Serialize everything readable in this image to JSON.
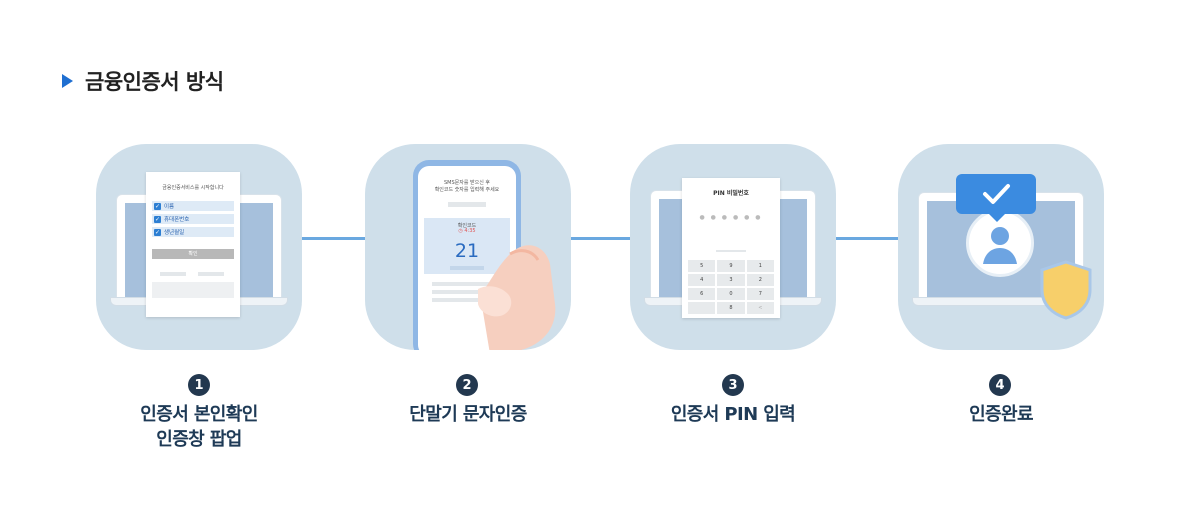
{
  "section": {
    "title": "금융인증서 방식"
  },
  "steps": [
    {
      "number": "1",
      "label_line1": "인증서 본인확인",
      "label_line2": "인증창 팝업",
      "popup": {
        "title": "금융인증서비스를 시작합니다",
        "checks": [
          "이름",
          "휴대폰번호",
          "생년월일"
        ],
        "button": "확인"
      }
    },
    {
      "number": "2",
      "label_line1": "단말기 문자인증",
      "label_line2": "",
      "phone": {
        "sms_line1": "SMS문자를 받으신 후",
        "sms_line2": "확인코드 숫자를 입력해 주세요",
        "code_label": "확인코드",
        "timer": "4:35",
        "code": "21"
      }
    },
    {
      "number": "3",
      "label_line1": "인증서 PIN 입력",
      "label_line2": "",
      "pin": {
        "title": "PIN 비밀번호",
        "dots": "● ● ● ● ● ●",
        "keys": [
          "5",
          "9",
          "1",
          "4",
          "3",
          "2",
          "6",
          "0",
          "7",
          "",
          "8",
          "<"
        ]
      }
    },
    {
      "number": "4",
      "label_line1": "인증완료",
      "label_line2": ""
    }
  ],
  "colors": {
    "card_bg": "#cfdfea",
    "accent": "#3b8be0",
    "label": "#1e3a56",
    "connector": "#6aa8e0"
  }
}
